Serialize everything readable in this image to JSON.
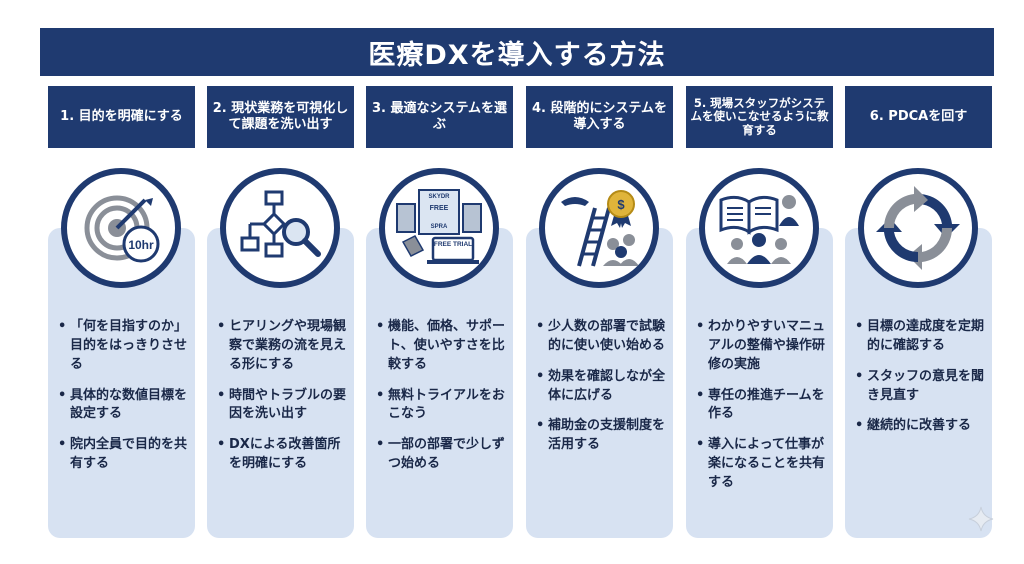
{
  "title": "医療DXを導入する方法",
  "steps": [
    {
      "heading": "1. 目的を明確にする",
      "icon": "target-icon",
      "badge": "10hr",
      "bullets": [
        "「何を目指すのか」目的をはっきりさせる",
        "具体的な数値目標を設定する",
        "院内全員で目的を共有する"
      ]
    },
    {
      "heading": "2. 現状業務を可視化して課題を洗い出す",
      "icon": "flowchart-magnifier-icon",
      "bullets": [
        "ヒアリングや現場観察で業務の流を見える形にする",
        "時間やトラブルの要因を洗い出す",
        "DXによる改善箇所を明確にする"
      ]
    },
    {
      "heading": "3. 最適なシステムを選ぶ",
      "icon": "system-comparison-icon",
      "labels": [
        "SKYDR",
        "FREE",
        "SPRA",
        "FREE TRIAL"
      ],
      "bullets": [
        "機能、価格、サポート、使いやすさを比較する",
        "無料トライアルをおこなう",
        "一部の部署で少しずつ始める"
      ]
    },
    {
      "heading": "4. 段階的にシステムを導入する",
      "icon": "ladder-medal-icon",
      "labels": [
        "$"
      ],
      "bullets": [
        "少人数の部署で試験的に使い使い始める",
        "効果を確認しなが全体に広げる",
        "補助金の支援制度を活用する"
      ]
    },
    {
      "heading": "5. 現場スタッフがシステムを使いこなせるように教育する",
      "icon": "training-icon",
      "bullets": [
        "わかりやすいマニュアルの整備や操作研修の実施",
        "専任の推進チームを作る",
        "導入によって仕事が楽になることを共有する"
      ]
    },
    {
      "heading": "6. PDCAを回す",
      "icon": "cycle-arrows-icon",
      "bullets": [
        "目標の達成度を定期的に確認する",
        "スタッフの意見を聞き見直す",
        "継続的に改善する"
      ]
    }
  ],
  "colors": {
    "navy": "#1f3a70",
    "card": "#d7e2f2",
    "gray": "#8a8f98"
  }
}
